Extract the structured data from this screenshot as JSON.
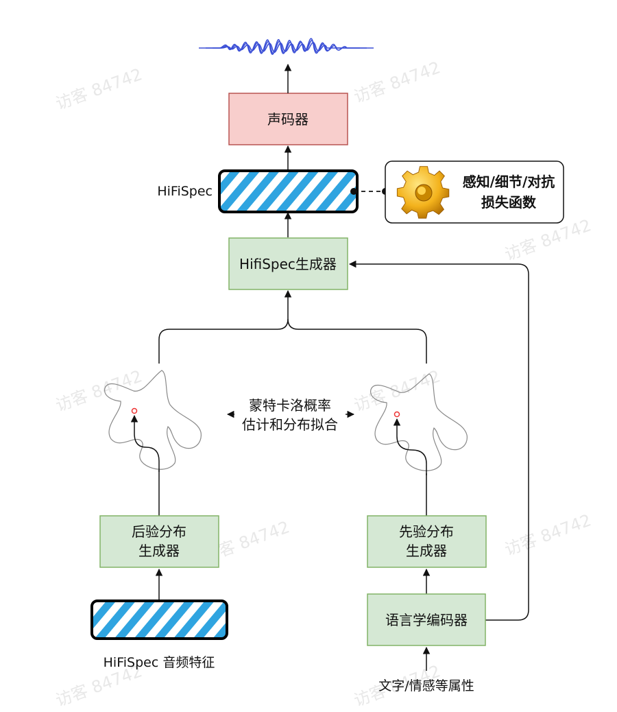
{
  "colors": {
    "vocoder_fill": "#f8cecc",
    "vocoder_stroke": "#b85450",
    "green_fill": "#d5e8d4",
    "green_stroke": "#82b366",
    "hatch_blue": "#2fa4e0",
    "wave_blue": "#3b4fd6"
  },
  "nodes": {
    "vocoder": "声码器",
    "hifispec_label": "HiFiSpec",
    "loss_line1": "感知/细节/对抗",
    "loss_line2": "损失函数",
    "generator": "HifiSpec生成器",
    "mc_line1": "蒙特卡洛概率",
    "mc_line2": "估计和分布拟合",
    "posterior_line1": "后验分布",
    "posterior_line2": "生成器",
    "prior_line1": "先验分布",
    "prior_line2": "生成器",
    "linguistic_encoder": "语言学编码器",
    "audio_feature_label": "HiFiSpec 音频特征",
    "text_input_label": "文字/情感等属性"
  },
  "icons": {
    "loss": "gear-icon",
    "output": "waveform-icon"
  },
  "watermark": "访客 84742"
}
